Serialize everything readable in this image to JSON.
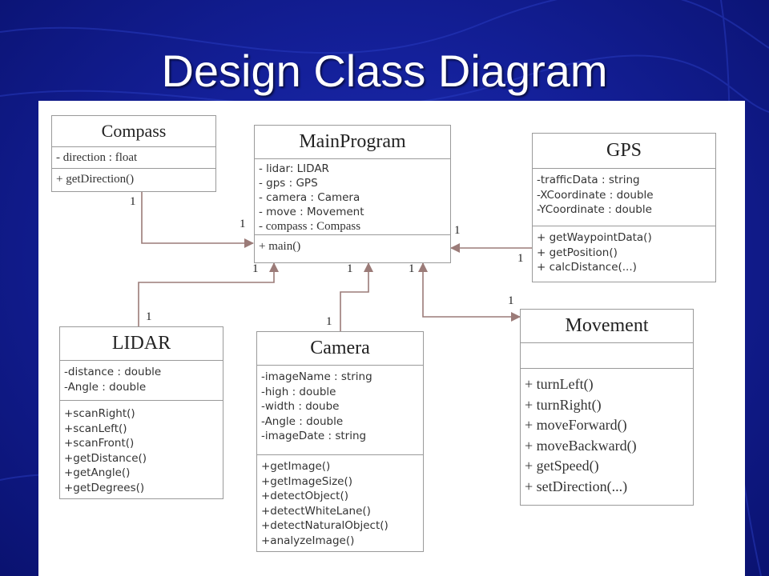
{
  "slide": {
    "title": "Design Class Diagram"
  },
  "colors": {
    "background": "#14209a",
    "connector": "#9b7b78",
    "border": "#9a9a9a"
  },
  "classes": {
    "compass": {
      "name": "Compass",
      "attributes": [
        "- direction : float"
      ],
      "operations": [
        "+ getDirection()"
      ]
    },
    "main_program": {
      "name": "MainProgram",
      "attributes": [
        "- lidar: LIDAR",
        "- gps : GPS",
        "- camera : Camera",
        "- move : Movement",
        "- compass : Compass"
      ],
      "operations": [
        "+ main()"
      ]
    },
    "gps": {
      "name": "GPS",
      "attributes": [
        "-trafficData : string",
        "-XCoordinate : double",
        "-YCoordinate : double"
      ],
      "operations": [
        "+ getWaypointData()",
        "+ getPosition()",
        "+ calcDistance(...)"
      ]
    },
    "lidar": {
      "name": "LIDAR",
      "attributes": [
        "-distance : double",
        "-Angle : double"
      ],
      "operations": [
        "+scanRight()",
        "+scanLeft()",
        "+scanFront()",
        "+getDistance()",
        "+getAngle()",
        "+getDegrees()"
      ]
    },
    "camera": {
      "name": "Camera",
      "attributes": [
        "-imageName : string",
        "-high : double",
        "-width : doube",
        "-Angle : double",
        "-imageDate : string"
      ],
      "operations": [
        "+getImage()",
        "+getImageSize()",
        "+detectObject()",
        "+detectWhiteLane()",
        "+detectNaturalObject()",
        "+analyzeImage()"
      ]
    },
    "movement": {
      "name": "Movement",
      "attributes": [],
      "operations": [
        "+ turnLeft()",
        "+ turnRight()",
        "+ moveForward()",
        "+ moveBackward()",
        "+ getSpeed()",
        "+ setDirection(...)"
      ]
    }
  },
  "multiplicities": {
    "compass_side": "1",
    "main_from_compass": "1",
    "gps_side": "1",
    "main_from_gps": "1",
    "main_from_lidar": "1",
    "lidar_side": "1",
    "main_from_camera": "1",
    "camera_side": "1",
    "main_from_movement": "1",
    "movement_side": "1"
  }
}
